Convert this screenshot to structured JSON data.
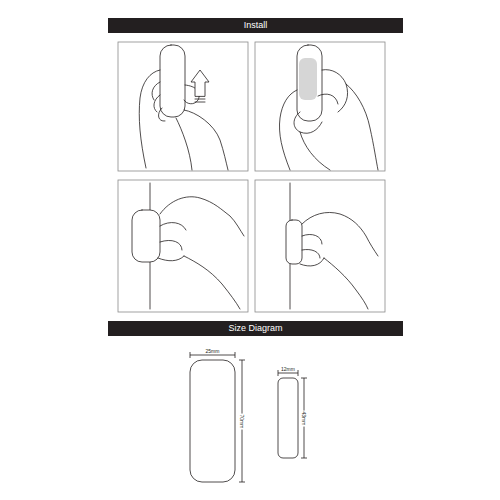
{
  "diagram": {
    "nodes": [
      {
        "text": [
          "Install"
        ]
      },
      {
        "text": [
          "Size Diagram"
        ]
      }
    ],
    "labels": [
      "25mm",
      "70mm",
      "12mm",
      "43mm"
    ]
  }
}
